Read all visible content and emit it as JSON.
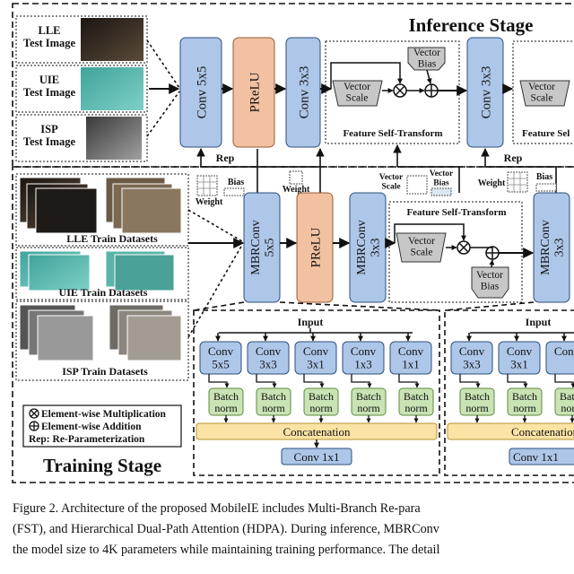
{
  "stages": {
    "inference": "Inference Stage",
    "training": "Training Stage"
  },
  "test_images": [
    "LLE\nTest Image",
    "UIE\nTest Image",
    "ISP\nTest Image"
  ],
  "train_datasets": [
    "LLE Train Datasets",
    "UIE Train Datasets",
    "ISP Train Datasets"
  ],
  "inference_blocks": {
    "conv5": "Conv 5x5",
    "prelu": "PReLU",
    "conv3a": "Conv 3x3",
    "conv3b": "Conv 3x3",
    "vector_scale": "Vector\nScale",
    "vector_bias": "Vector\nBias",
    "fst": "Feature Self-Transform",
    "fst_cut": "Feature Sel"
  },
  "training_blocks": {
    "mbconv5": "MBRConv\n5x5",
    "prelu": "PReLU",
    "mbconv3": "MBRConv\n3x3",
    "mbconv3_cut": "MBRConv\n3x3",
    "vector_scale": "Vector\nScale",
    "vector_bias": "Vector\nBias",
    "fst": "Feature Self-Transform"
  },
  "rep_labels": {
    "rep": "Rep",
    "weight": "Weight",
    "bias": "Bias",
    "vector_scale": "Vector\nScale",
    "vector_bias": "Vector\nBias"
  },
  "branch_left": {
    "input": "Input",
    "convs": [
      "Conv\n5x5",
      "Conv\n3x3",
      "Conv\n3x1",
      "Conv\n1x3",
      "Conv\n1x1"
    ],
    "bn": "Batch\nnorm",
    "concat": "Concatenation",
    "conv1x1": "Conv 1x1"
  },
  "branch_right": {
    "input": "Input",
    "convs": [
      "Conv\n3x3",
      "Conv\n3x1",
      "Conv"
    ],
    "concat": "Concatenation",
    "conv1x1": "Conv 1x1"
  },
  "legend": [
    "Element-wise Multiplication",
    "Element-wise Addition",
    "Rep: Re-Parameterization"
  ],
  "caption": [
    "Figure 2.  Architecture of the proposed MobileIE includes Multi-Branch Re-para",
    "(FST), and Hierarchical Dual-Path Attention (HDPA). During inference, MBRConv",
    "the model size to 4K parameters while maintaining training performance. The detail"
  ],
  "colors": {
    "conv": "#aec6e8",
    "prelu": "#f2c1a2",
    "vector": "#c7c7c7",
    "batchnorm": "#c9e3b4",
    "concat": "#fbe3a6"
  }
}
